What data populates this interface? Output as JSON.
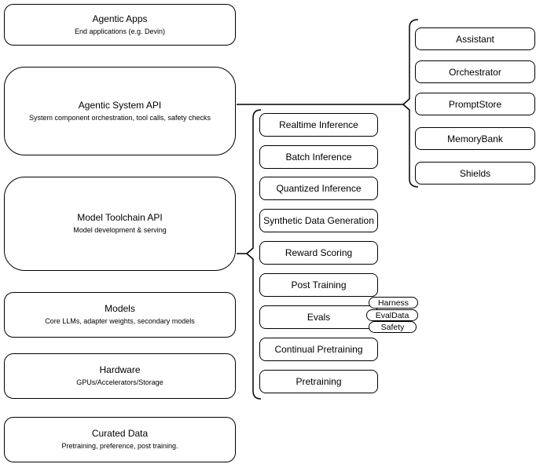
{
  "layers": [
    {
      "title": "Agentic Apps",
      "subtitle": "End applications (e.g. Devin)"
    },
    {
      "title": "Agentic System API",
      "subtitle": "System component orchestration, tool calls, safety checks"
    },
    {
      "title": "Model Toolchain API",
      "subtitle": "Model development & serving"
    },
    {
      "title": "Models",
      "subtitle": "Core LLMs, adapter weights, secondary models"
    },
    {
      "title": "Hardware",
      "subtitle": "GPUs/Accelerators/Storage"
    },
    {
      "title": "Curated Data",
      "subtitle": "Pretraining, preference, post training."
    }
  ],
  "toolchain": {
    "items": [
      {
        "label": "Realtime Inference"
      },
      {
        "label": "Batch Inference"
      },
      {
        "label": "Quantized Inference"
      },
      {
        "label": "Synthetic Data Generation"
      },
      {
        "label": "Reward Scoring"
      },
      {
        "label": "Post Training"
      },
      {
        "label": "Evals"
      },
      {
        "label": "Continual Pretraining"
      },
      {
        "label": "Pretraining"
      }
    ],
    "evals_tags": [
      {
        "label": "Harness"
      },
      {
        "label": "EvalData"
      },
      {
        "label": "Safety"
      }
    ]
  },
  "system_components": {
    "items": [
      {
        "label": "Assistant"
      },
      {
        "label": "Orchestrator"
      },
      {
        "label": "PromptStore"
      },
      {
        "label": "MemoryBank"
      },
      {
        "label": "Shields"
      }
    ]
  },
  "colors": {
    "stroke": "#000000",
    "fill": "#ffffff",
    "background": "#ffffff"
  }
}
